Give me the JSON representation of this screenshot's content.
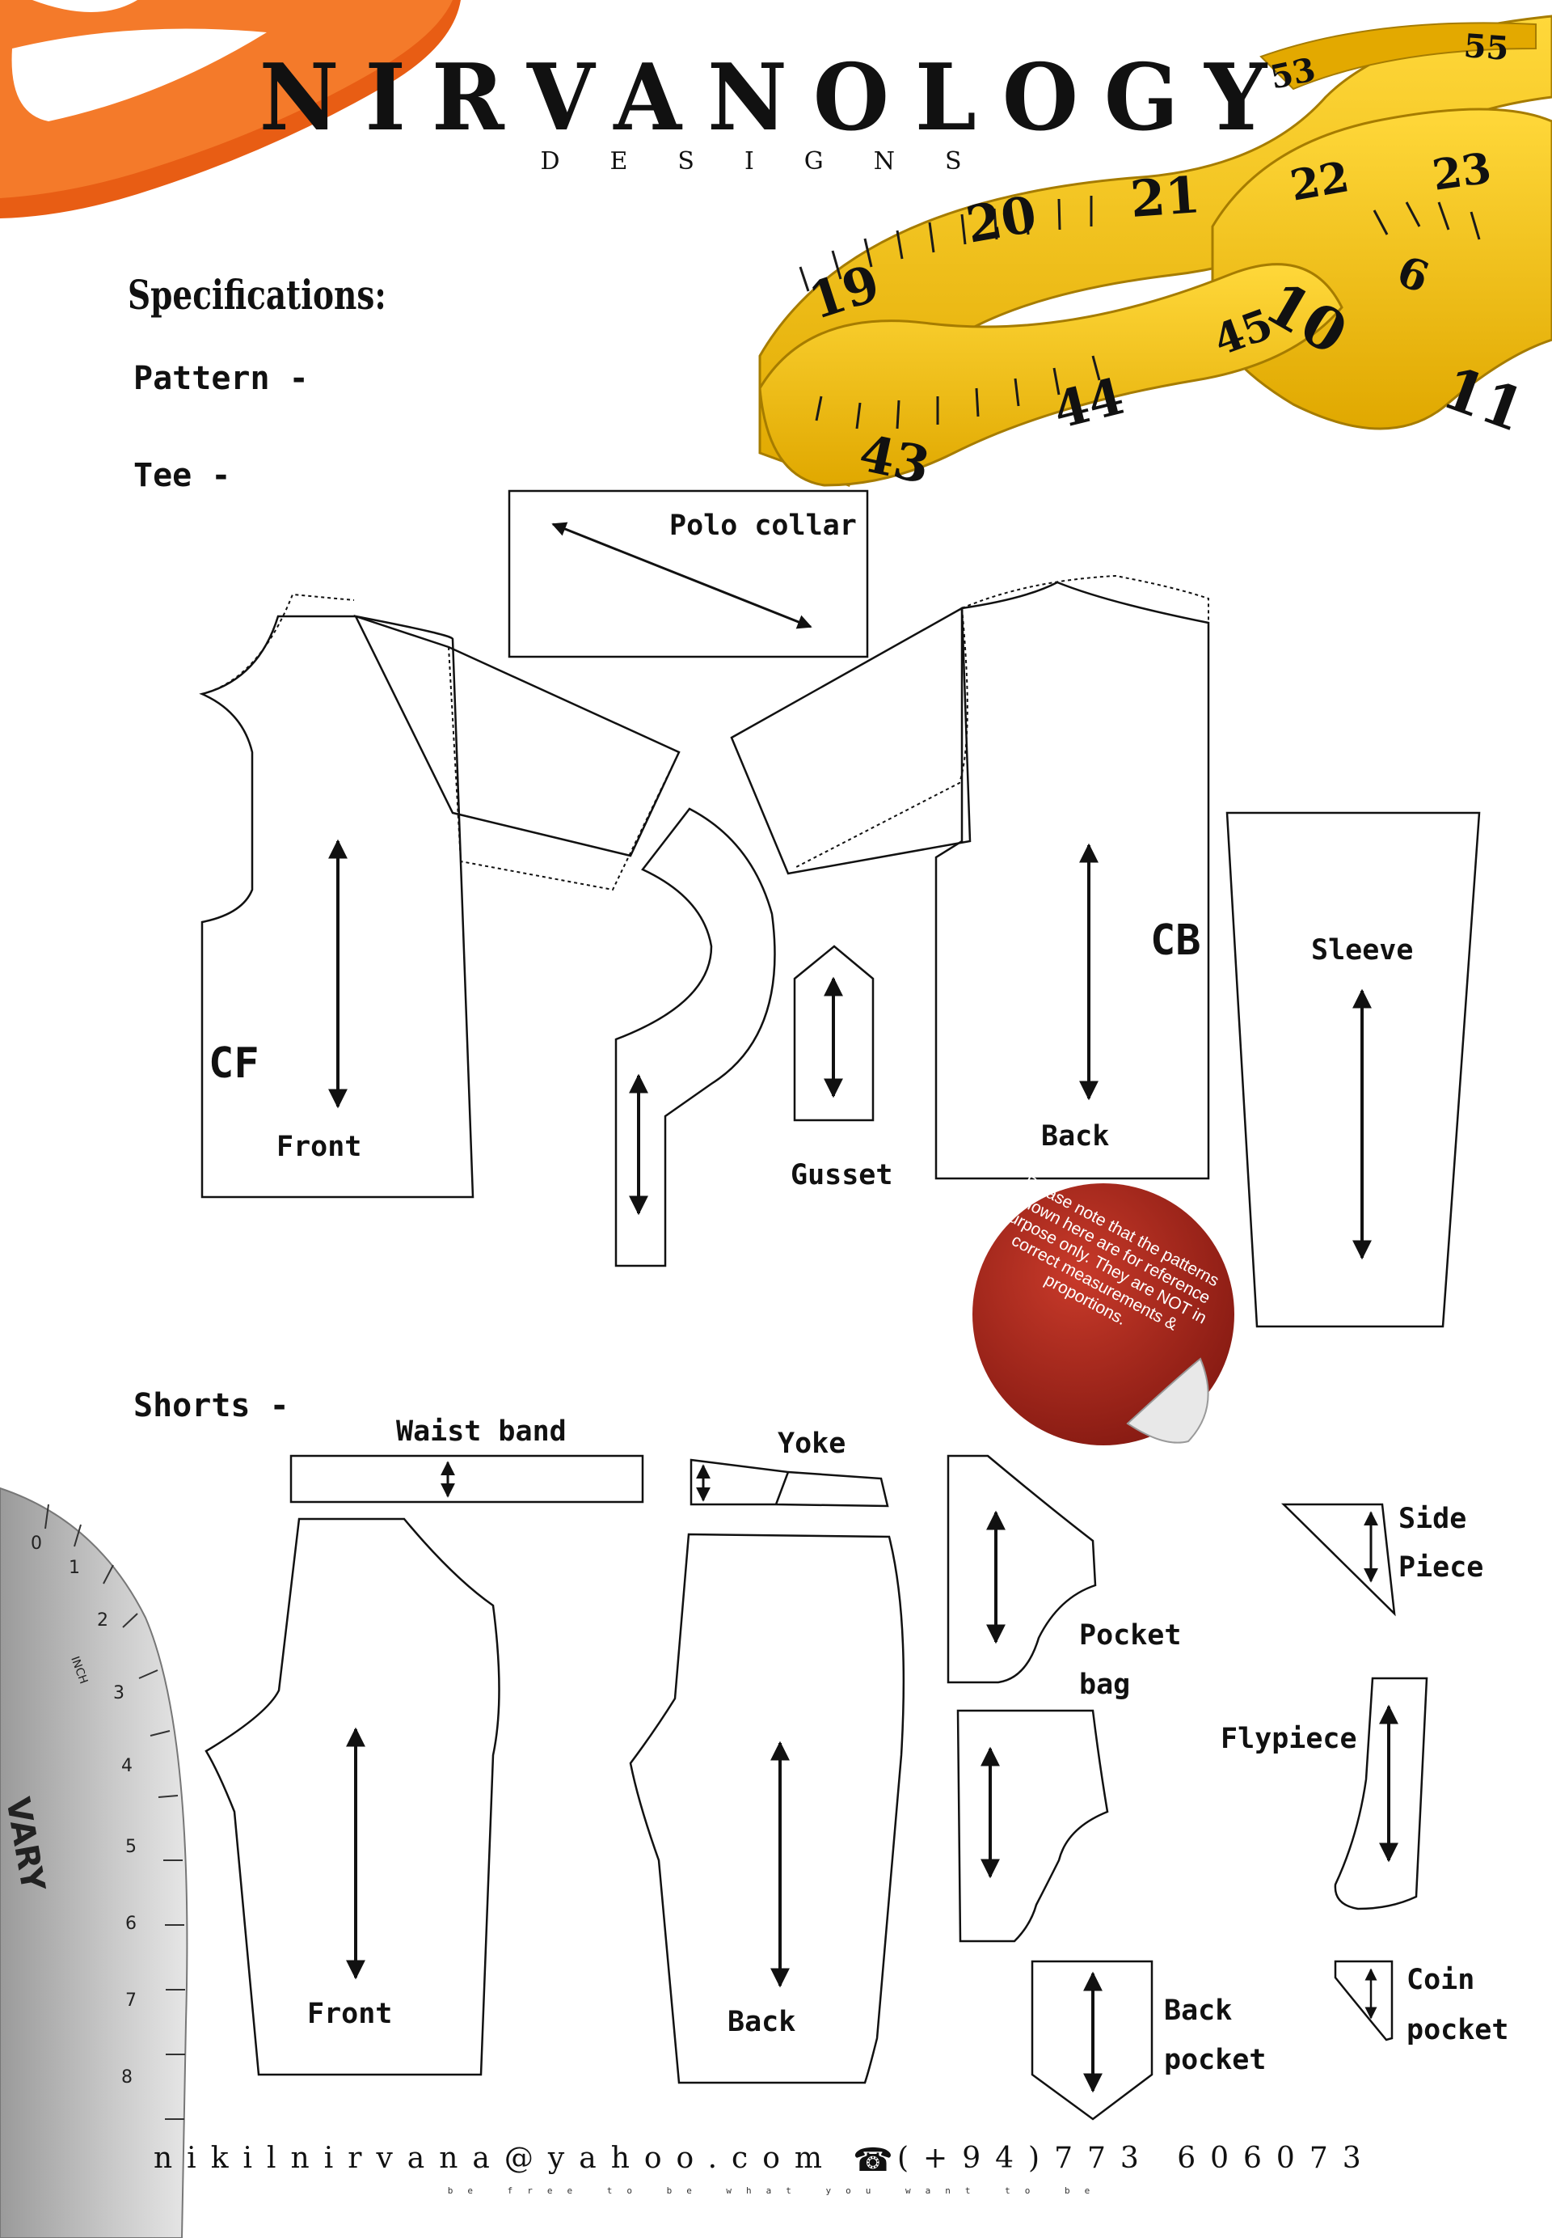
{
  "brand": {
    "title": "NIRVANOLOGY",
    "subtitle": "DESIGNS"
  },
  "specifications": {
    "heading": "Specifications:",
    "pattern_heading": "Pattern -",
    "tee_heading": "Tee -",
    "shorts_heading": "Shorts -"
  },
  "tee": {
    "polo_collar": "Polo collar",
    "cf": "CF",
    "front": "Front",
    "gusset": "Gusset",
    "cb": "CB",
    "back": "Back",
    "sleeve": "Sleeve"
  },
  "shorts": {
    "waist_band": "Waist band",
    "yoke": "Yoke",
    "front": "Front",
    "back": "Back",
    "pocket_bag_1": "Pocket",
    "pocket_bag_2": "bag",
    "side_piece_1": "Side",
    "side_piece_2": "Piece",
    "flypiece": "Flypiece",
    "back_pocket_1": "Back",
    "back_pocket_2": "pocket",
    "coin_pocket_1": "Coin",
    "coin_pocket_2": "pocket"
  },
  "sticker": {
    "text": "Please note that the patterns shown here are for reference purpose only. They are NOT in correct measurements & proportions.",
    "color": "#a8261c"
  },
  "tape_measure": {
    "numbers": [
      "19",
      "20",
      "21",
      "22",
      "23",
      "43",
      "44",
      "45",
      "10",
      "6",
      "11",
      "53",
      "55"
    ],
    "color": "#f4c31a"
  },
  "ruler": {
    "numbers": [
      "0",
      "1",
      "2",
      "3",
      "4",
      "5",
      "6",
      "7",
      "8"
    ],
    "unit": "INCH",
    "brand_fragment": "VARY"
  },
  "scissors": {
    "color": "#f26b1d"
  },
  "footer": {
    "email": "nikilnirvana@yahoo.com",
    "phone": "(+94)773 606073",
    "tagline": "be free to be what you want to be"
  }
}
